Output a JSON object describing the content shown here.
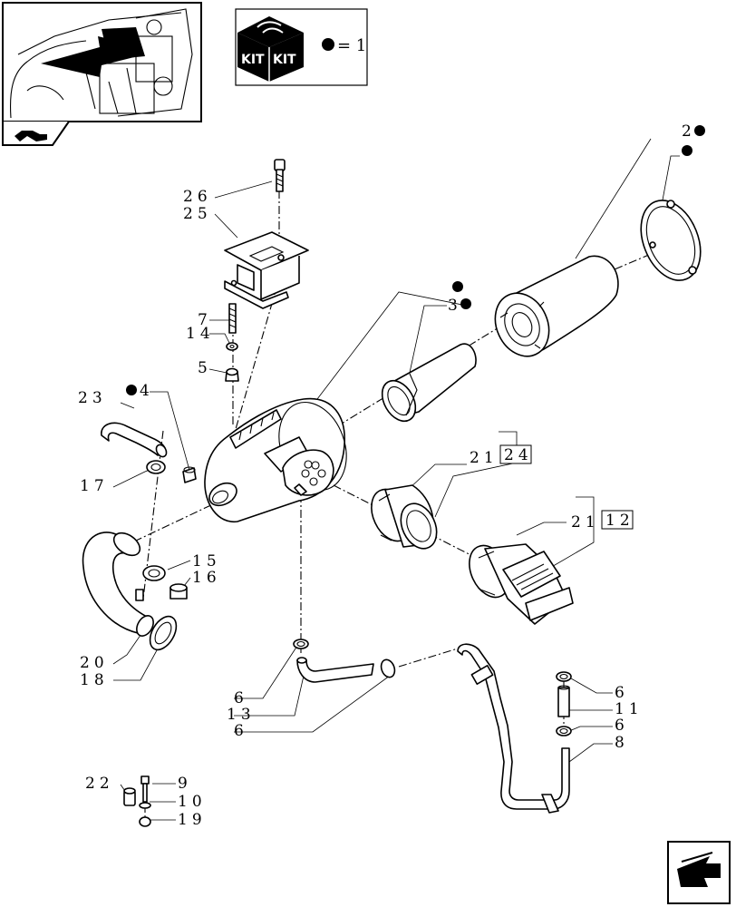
{
  "kit_legend": {
    "badge_left": "KIT",
    "badge_right": "KIT",
    "equals_text": "= 1"
  },
  "callouts": [
    {
      "id": "c2",
      "text": "2",
      "marker": true
    },
    {
      "id": "c3",
      "text": "3",
      "marker": true
    },
    {
      "id": "c4",
      "text": "4",
      "marker": true
    },
    {
      "id": "c5",
      "text": "5"
    },
    {
      "id": "c6a",
      "text": "6"
    },
    {
      "id": "c6b",
      "text": "6"
    },
    {
      "id": "c6c",
      "text": "6"
    },
    {
      "id": "c6d",
      "text": "6"
    },
    {
      "id": "c7",
      "text": "7"
    },
    {
      "id": "c8",
      "text": "8"
    },
    {
      "id": "c9",
      "text": "9"
    },
    {
      "id": "c10",
      "text": "10"
    },
    {
      "id": "c11",
      "text": "11"
    },
    {
      "id": "c13",
      "text": "13"
    },
    {
      "id": "c14",
      "text": "14"
    },
    {
      "id": "c15",
      "text": "15"
    },
    {
      "id": "c16",
      "text": "16"
    },
    {
      "id": "c17",
      "text": "17"
    },
    {
      "id": "c18",
      "text": "18"
    },
    {
      "id": "c19",
      "text": "19"
    },
    {
      "id": "c20",
      "text": "20"
    },
    {
      "id": "c21a",
      "text": "21",
      "boxed": "24"
    },
    {
      "id": "c21b",
      "text": "21",
      "boxed": "12"
    },
    {
      "id": "c22",
      "text": "22"
    },
    {
      "id": "c23",
      "text": "23"
    },
    {
      "id": "c25",
      "text": "25"
    },
    {
      "id": "c26",
      "text": "26"
    }
  ],
  "icons": {
    "locator": "tractor-engine-locator-icon",
    "nav": "next-page-arrow-icon"
  }
}
